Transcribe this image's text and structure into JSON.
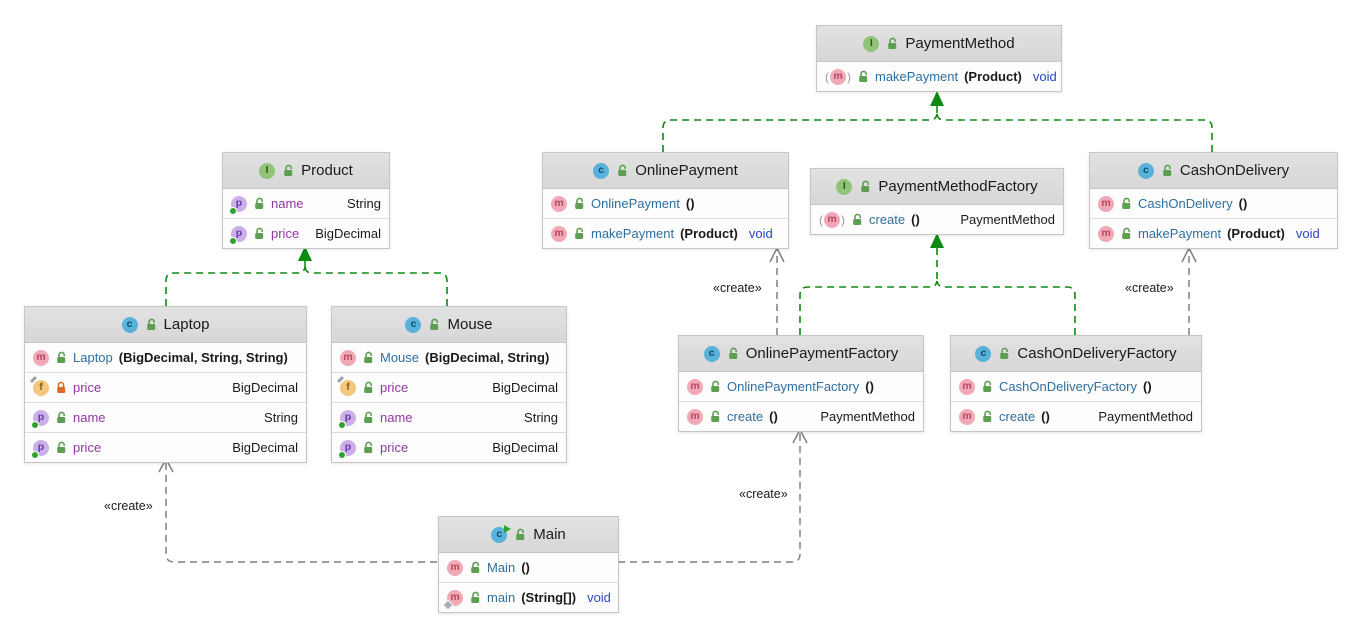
{
  "labels": {
    "create": "«create»"
  },
  "colors": {
    "edge-green": "#0E8A12",
    "edge-gray": "#7F7F7F",
    "method-blue": "#2E6F9E",
    "keyword-blue": "#2847C8",
    "member-purple": "#9236A4",
    "header-bg": "#DCDCDC",
    "node-border": "#C6C6C6",
    "class-icon-bg": "#59B2DC",
    "interface-icon-bg": "#93C379",
    "method-icon-bg": "#F2A9B6",
    "field-icon-bg": "#F3C77E",
    "property-icon-bg": "#CBB0E8",
    "lock-green": "#5E9E52",
    "lock-red": "#DB6A28"
  },
  "icons": {
    "class": "c",
    "interface": "I",
    "method": "m",
    "field": "f",
    "property": "p"
  },
  "nodes": {
    "payment_method": {
      "title": "PaymentMethod",
      "rows": [
        {
          "name": "makePayment",
          "params": "(Product)",
          "returns": "void"
        }
      ]
    },
    "product": {
      "title": "Product",
      "rows": [
        {
          "name": "name",
          "type": "String"
        },
        {
          "name": "price",
          "type": "BigDecimal"
        }
      ]
    },
    "online_payment": {
      "title": "OnlinePayment",
      "rows": [
        {
          "name": "OnlinePayment",
          "params": "()"
        },
        {
          "name": "makePayment",
          "params": "(Product)",
          "returns": "void"
        }
      ]
    },
    "payment_method_factory": {
      "title": "PaymentMethodFactory",
      "rows": [
        {
          "name": "create",
          "params": "()",
          "type": "PaymentMethod"
        }
      ]
    },
    "cash_on_delivery": {
      "title": "CashOnDelivery",
      "rows": [
        {
          "name": "CashOnDelivery",
          "params": "()"
        },
        {
          "name": "makePayment",
          "params": "(Product)",
          "returns": "void"
        }
      ]
    },
    "laptop": {
      "title": "Laptop",
      "rows": [
        {
          "name": "Laptop",
          "params": "(BigDecimal, String, String)"
        },
        {
          "name": "price",
          "type": "BigDecimal"
        },
        {
          "name": "name",
          "type": "String"
        },
        {
          "name": "price",
          "type": "BigDecimal"
        }
      ]
    },
    "mouse": {
      "title": "Mouse",
      "rows": [
        {
          "name": "Mouse",
          "params": "(BigDecimal, String)"
        },
        {
          "name": "price",
          "type": "BigDecimal"
        },
        {
          "name": "name",
          "type": "String"
        },
        {
          "name": "price",
          "type": "BigDecimal"
        }
      ]
    },
    "online_payment_factory": {
      "title": "OnlinePaymentFactory",
      "rows": [
        {
          "name": "OnlinePaymentFactory",
          "params": "()"
        },
        {
          "name": "create",
          "params": "()",
          "type": "PaymentMethod"
        }
      ]
    },
    "cash_on_delivery_factory": {
      "title": "CashOnDeliveryFactory",
      "rows": [
        {
          "name": "CashOnDeliveryFactory",
          "params": "()"
        },
        {
          "name": "create",
          "params": "()",
          "type": "PaymentMethod"
        }
      ]
    },
    "main": {
      "title": "Main",
      "rows": [
        {
          "name": "Main",
          "params": "()"
        },
        {
          "name": "main",
          "params": "(String[])",
          "returns": "void"
        }
      ]
    }
  }
}
